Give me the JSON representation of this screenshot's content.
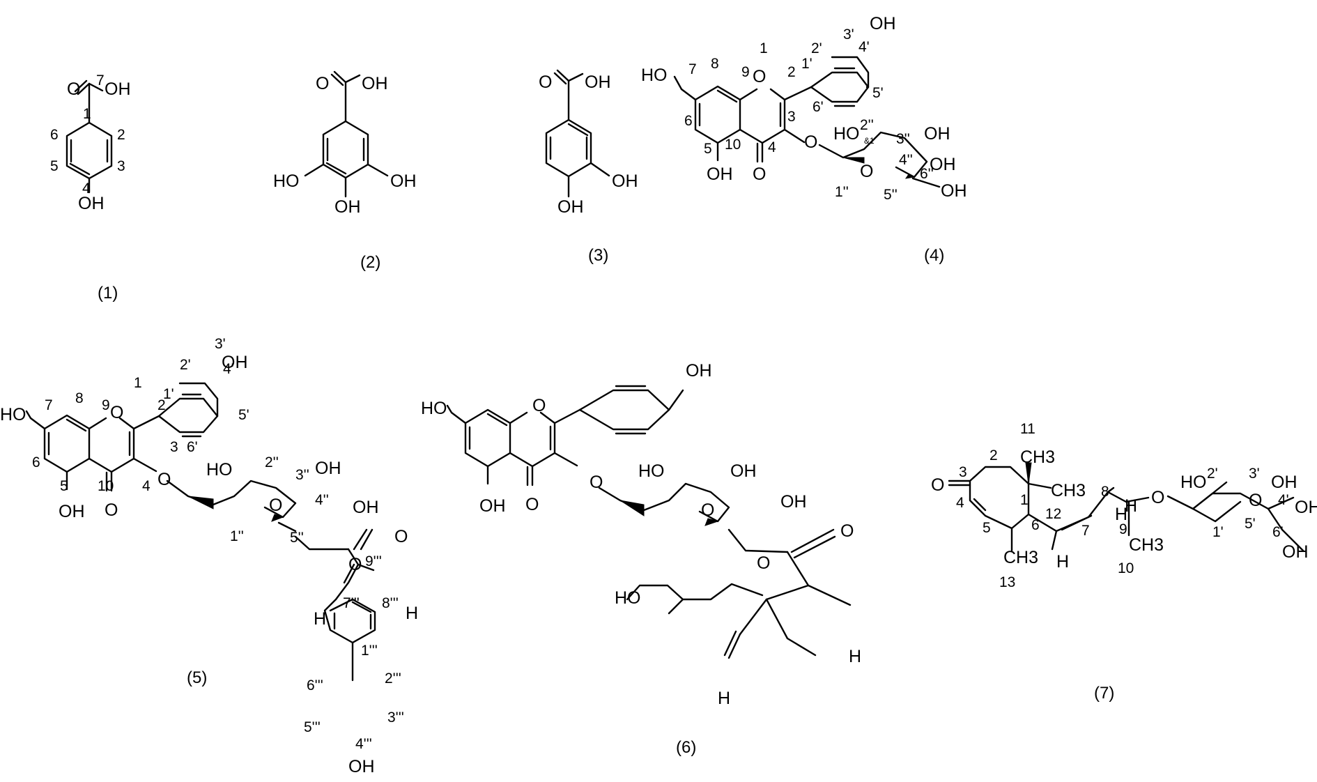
{
  "compounds": [
    {
      "caption": "(1)",
      "atoms": [
        "O",
        "OH",
        "OH"
      ],
      "numbers": [
        "7",
        "1",
        "2",
        "3",
        "4",
        "5",
        "6"
      ]
    },
    {
      "caption": "(2)",
      "atoms": [
        "O",
        "OH",
        "HO",
        "OH",
        "OH"
      ],
      "numbers": []
    },
    {
      "caption": "(3)",
      "atoms": [
        "O",
        "OH",
        "OH",
        "OH"
      ],
      "numbers": []
    },
    {
      "caption": "(4)",
      "atoms": [
        "HO",
        "O",
        "OH",
        "O",
        "OH",
        "O",
        "HO",
        "OH",
        "OH",
        "O",
        "OH"
      ],
      "numbers": [
        "7",
        "8",
        "9",
        "1",
        "2",
        "3",
        "4",
        "10",
        "5",
        "6",
        "1'",
        "2'",
        "3'",
        "4'",
        "5'",
        "6'",
        "2''",
        "3''",
        "4''",
        "5''",
        "6''",
        "1''",
        "&1"
      ]
    },
    {
      "caption": "(5)",
      "atoms": [
        "HO",
        "O",
        "OH",
        "O",
        "OH",
        "O",
        "HO",
        "OH",
        "OH",
        "O",
        "O",
        "O",
        "H",
        "H",
        "OH"
      ],
      "numbers": [
        "7",
        "8",
        "9",
        "1",
        "2",
        "3",
        "4",
        "10",
        "5",
        "6",
        "1'",
        "2'",
        "3'",
        "4'",
        "5'",
        "6'",
        "2''",
        "3''",
        "4''",
        "5''",
        "1''",
        "9'''",
        "8'''",
        "7'''",
        "1'''",
        "2'''",
        "3'''",
        "4'''",
        "5'''",
        "6'''"
      ]
    },
    {
      "caption": "(6)",
      "atoms": [
        "HO",
        "O",
        "OH",
        "O",
        "OH",
        "O",
        "HO",
        "OH",
        "OH",
        "O",
        "O",
        "O",
        "HO",
        "H",
        "H"
      ],
      "numbers": []
    },
    {
      "caption": "(7)",
      "atoms": [
        "O",
        "CH3",
        "CH3",
        "H",
        "H",
        "H",
        "CH3",
        "CH3",
        "O",
        "HO",
        "OH",
        "OH",
        "O",
        "OH"
      ],
      "numbers": [
        "11",
        "2",
        "3",
        "1",
        "12",
        "8",
        "4",
        "5",
        "6",
        "7",
        "9",
        "13",
        "10",
        "2'",
        "3'",
        "4'",
        "1'",
        "5'",
        "6'"
      ]
    }
  ]
}
